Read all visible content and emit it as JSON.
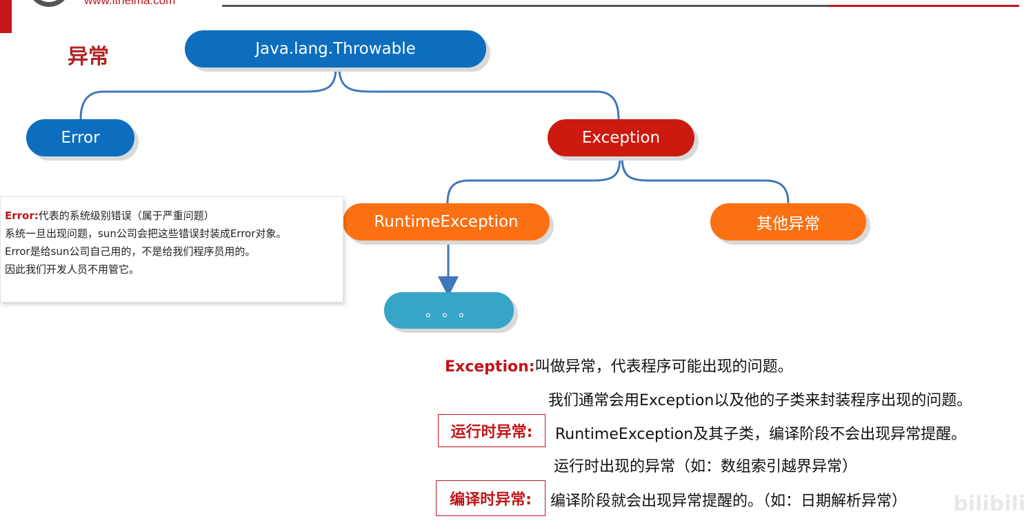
{
  "header": {
    "logo_url": "www.itheima.com",
    "title": "异常"
  },
  "diagram": {
    "nodes": {
      "throwable": "Java.lang.Throwable",
      "error": "Error",
      "exception": "Exception",
      "runtime": "RuntimeException",
      "other": "其他异常",
      "more": "。。。"
    },
    "colors": {
      "blue": "#0d6ebf",
      "red": "#cc1a10",
      "orange": "#fb7012",
      "teal": "#37a5c6",
      "connector": "#3f77b8"
    }
  },
  "error_note": {
    "label": "Error:",
    "line1": "代表的系统级别错误（属于严重问题）",
    "line2": "系统一旦出现问题，sun公司会把这些错误封装成Error对象。",
    "line3": "Error是给sun公司自己用的，不是给我们程序员用的。",
    "line4": "因此我们开发人员不用管它。"
  },
  "explanation": {
    "exception_label": "Exception:",
    "exception_line1": "叫做异常，代表程序可能出现的问题。",
    "exception_line2": "我们通常会用Exception以及他的子类来封装程序出现的问题。",
    "runtime_label": "运行时异常:",
    "runtime_line1": "RuntimeException及其子类，编译阶段不会出现异常提醒。",
    "runtime_line2": "运行时出现的异常（如：数组索引越界异常）",
    "compile_label": "编译时异常:",
    "compile_line1": "编译阶段就会出现异常提醒的。（如：日期解析异常）"
  },
  "watermark": "bilibili"
}
